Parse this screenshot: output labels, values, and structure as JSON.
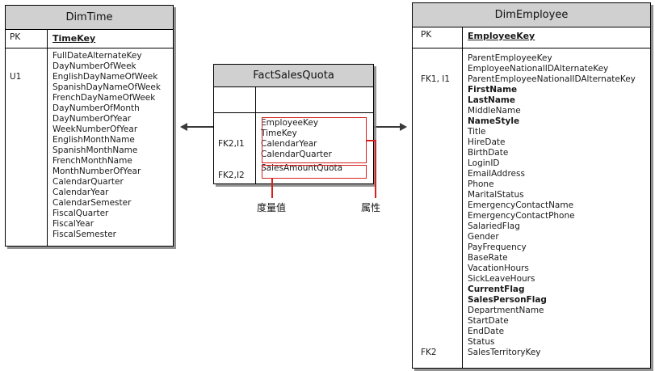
{
  "diagram": {
    "type": "entity-relationship-star-schema",
    "annotations": [
      {
        "label": "度量值",
        "meaning": "measure"
      },
      {
        "label": "属性",
        "meaning": "attribute"
      }
    ],
    "accent_color": "#d62020",
    "header_fill": "#d0d0d0"
  },
  "tables": {
    "dim_time": {
      "title": "DimTime",
      "pk_label": "PK",
      "pk_field": "TimeKey",
      "key_column": [
        "U1"
      ],
      "fields": [
        "FullDateAlternateKey",
        "DayNumberOfWeek",
        "EnglishDayNameOfWeek",
        "SpanishDayNameOfWeek",
        "FrenchDayNameOfWeek",
        "DayNumberOfMonth",
        "DayNumberOfYear",
        "WeekNumberOfYear",
        "EnglishMonthName",
        "SpanishMonthName",
        "FrenchMonthName",
        "MonthNumberOfYear",
        "CalendarQuarter",
        "CalendarYear",
        "CalendarSemester",
        "FiscalQuarter",
        "FiscalYear",
        "FiscalSemester"
      ]
    },
    "fact_sales_quota": {
      "title": "FactSalesQuota",
      "pk_label": "",
      "pk_field": "",
      "key_column": [
        "FK2,I1",
        "FK2,I2"
      ],
      "attribute_fields": [
        "EmployeeKey",
        "TimeKey",
        "CalendarYear",
        "CalendarQuarter"
      ],
      "measure_fields": [
        "SalesAmountQuota"
      ]
    },
    "dim_employee": {
      "title": "DimEmployee",
      "pk_label": "PK",
      "pk_field": "EmployeeKey",
      "key_top": "FK1, I1",
      "key_bottom": "FK2",
      "fields": [
        {
          "name": "ParentEmployeeKey",
          "bold": false
        },
        {
          "name": "EmployeeNationalIDAlternateKey",
          "bold": false
        },
        {
          "name": "ParentEmployeeNationalIDAlternateKey",
          "bold": false
        },
        {
          "name": "FirstName",
          "bold": true
        },
        {
          "name": "LastName",
          "bold": true
        },
        {
          "name": "MiddleName",
          "bold": false
        },
        {
          "name": "NameStyle",
          "bold": true
        },
        {
          "name": "Title",
          "bold": false
        },
        {
          "name": "HireDate",
          "bold": false
        },
        {
          "name": "BirthDate",
          "bold": false
        },
        {
          "name": "LoginID",
          "bold": false
        },
        {
          "name": "EmailAddress",
          "bold": false
        },
        {
          "name": "Phone",
          "bold": false
        },
        {
          "name": "MaritalStatus",
          "bold": false
        },
        {
          "name": "EmergencyContactName",
          "bold": false
        },
        {
          "name": "EmergencyContactPhone",
          "bold": false
        },
        {
          "name": "SalariedFlag",
          "bold": false
        },
        {
          "name": "Gender",
          "bold": false
        },
        {
          "name": "PayFrequency",
          "bold": false
        },
        {
          "name": "BaseRate",
          "bold": false
        },
        {
          "name": "VacationHours",
          "bold": false
        },
        {
          "name": "SickLeaveHours",
          "bold": false
        },
        {
          "name": "CurrentFlag",
          "bold": true
        },
        {
          "name": "SalesPersonFlag",
          "bold": true
        },
        {
          "name": "DepartmentName",
          "bold": false
        },
        {
          "name": "StartDate",
          "bold": false
        },
        {
          "name": "EndDate",
          "bold": false
        },
        {
          "name": "Status",
          "bold": false
        },
        {
          "name": "SalesTerritoryKey",
          "bold": false
        }
      ]
    }
  }
}
